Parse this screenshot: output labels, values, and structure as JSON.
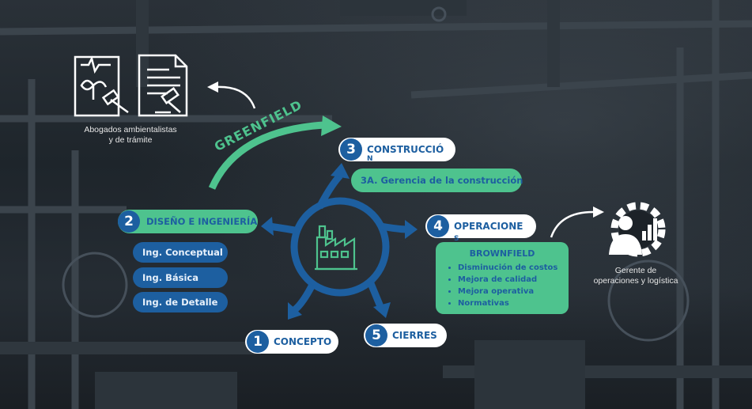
{
  "steps": {
    "s1": {
      "num": "1",
      "label": "CONCEPTO"
    },
    "s2": {
      "num": "2",
      "label": "DISEÑO E INGENIERÍA"
    },
    "s3": {
      "num": "3",
      "label": "CONSTRUCCIÓ",
      "wrap": "N"
    },
    "s3a": {
      "label": "3A. Gerencia de la construcción"
    },
    "s4": {
      "num": "4",
      "label": "OPERACIONE",
      "wrap": "S"
    },
    "s5": {
      "num": "5",
      "label": "CIERRES"
    }
  },
  "engineering": [
    "Ing. Conceptual",
    "Ing. Básica",
    "Ing. de Detalle"
  ],
  "greenfield": "GREENFIELD",
  "brownfield": {
    "title": "BROWNFIELD",
    "items": [
      "Disminución de costos",
      "Mejora de calidad",
      "Mejora operativa",
      "Normativas"
    ]
  },
  "captions": {
    "lawyers_line1": "Abogados ambientalistas",
    "lawyers_line2": "y de trámite",
    "manager_line1": "Gerente de",
    "manager_line2": "operaciones y logística"
  },
  "colors": {
    "blue": "#1d5fa0",
    "green": "#4ec38e",
    "white": "#ffffff"
  },
  "icons": [
    "environmental-document-icon",
    "legal-document-icon",
    "factory-icon",
    "manager-gear-icon"
  ]
}
